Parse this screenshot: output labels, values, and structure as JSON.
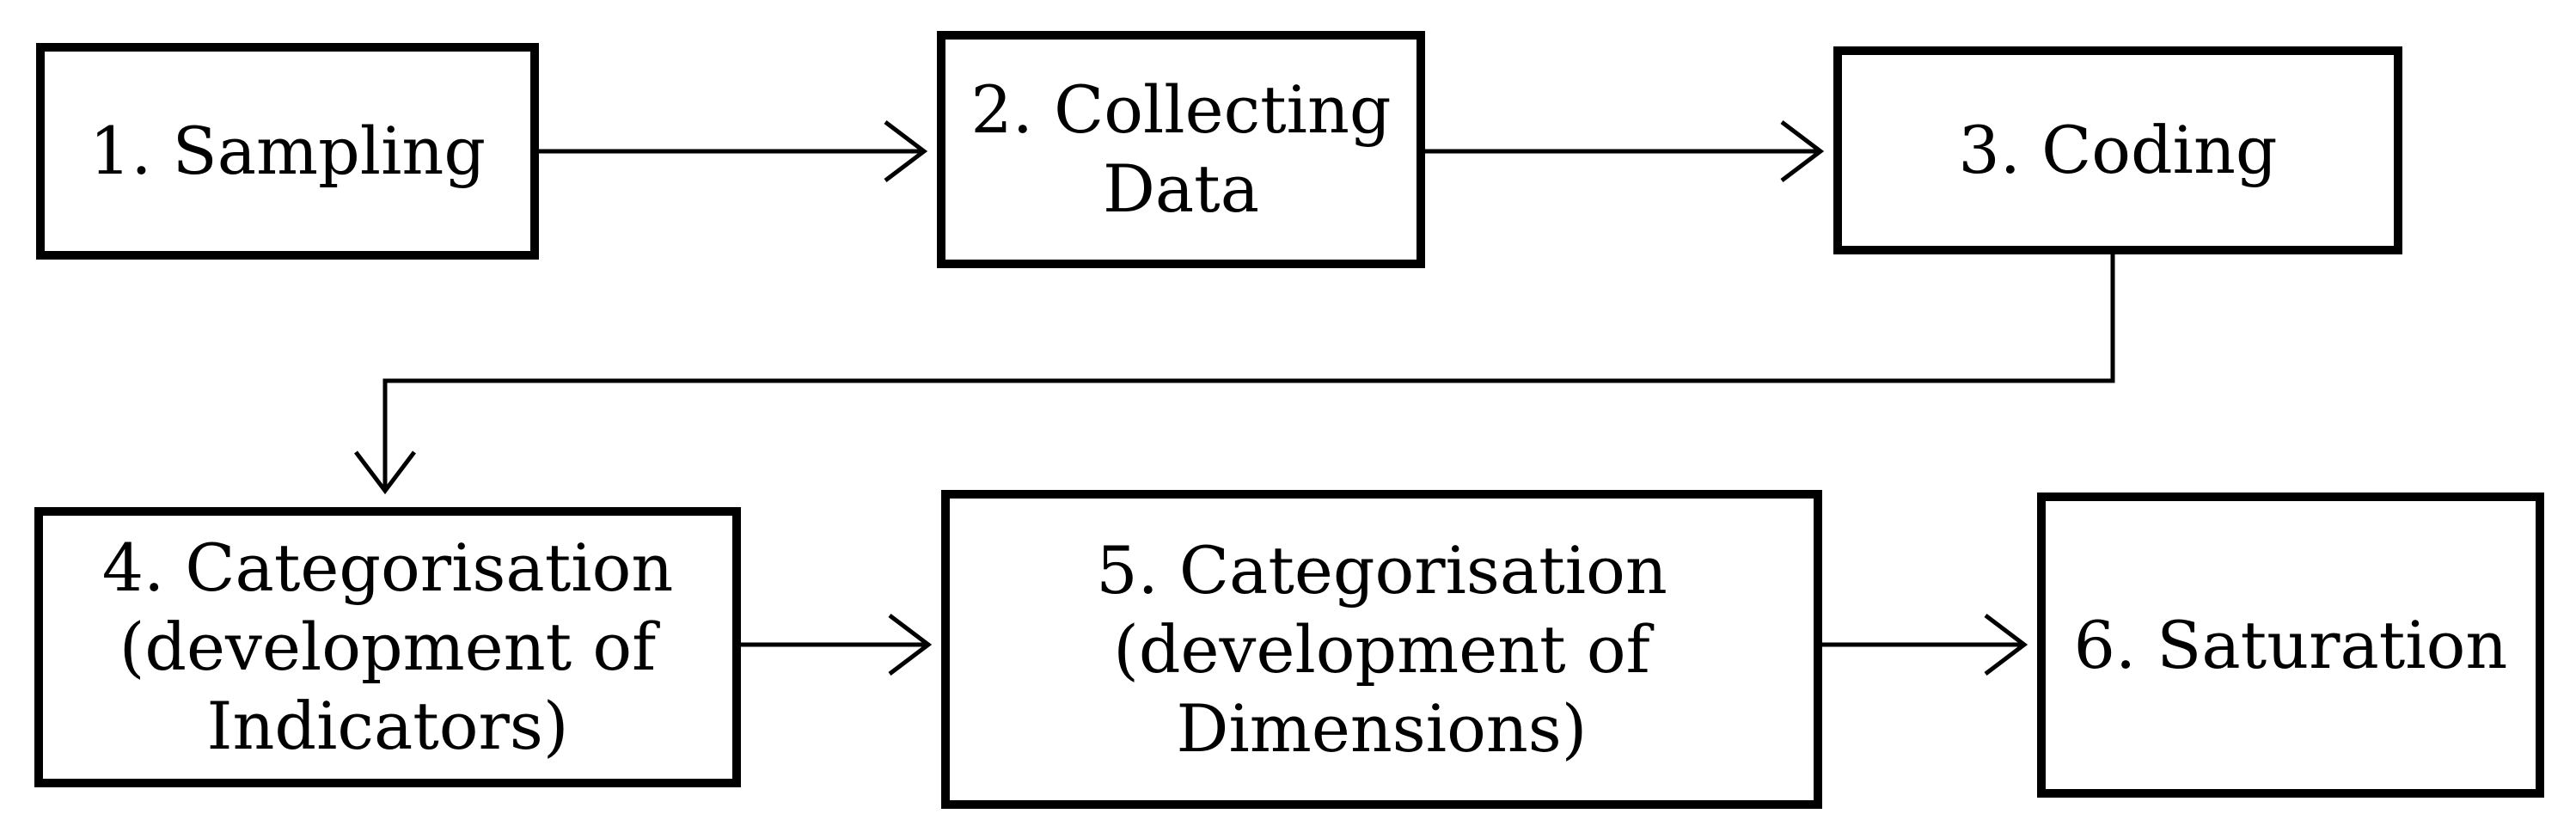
{
  "diagram": {
    "steps": [
      {
        "id": "b1",
        "label": "1. Sampling"
      },
      {
        "id": "b2",
        "label": "2. Collecting\nData"
      },
      {
        "id": "b3",
        "label": "3. Coding"
      },
      {
        "id": "b4",
        "label": "4. Categorisation\n(development of\nIndicators)"
      },
      {
        "id": "b5",
        "label": "5. Categorisation\n(development of\nDimensions)"
      },
      {
        "id": "b6",
        "label": "6. Saturation"
      }
    ],
    "connections": [
      {
        "from": "1. Sampling",
        "to": "2. Collecting Data"
      },
      {
        "from": "2. Collecting Data",
        "to": "3. Coding"
      },
      {
        "from": "3. Coding",
        "to": "4. Categorisation (development of Indicators)"
      },
      {
        "from": "4. Categorisation (development of Indicators)",
        "to": "5. Categorisation (development of Dimensions)"
      },
      {
        "from": "5. Categorisation (development of Dimensions)",
        "to": "6. Saturation"
      }
    ],
    "colors": {
      "stroke": "#000000",
      "background": "#ffffff"
    }
  }
}
